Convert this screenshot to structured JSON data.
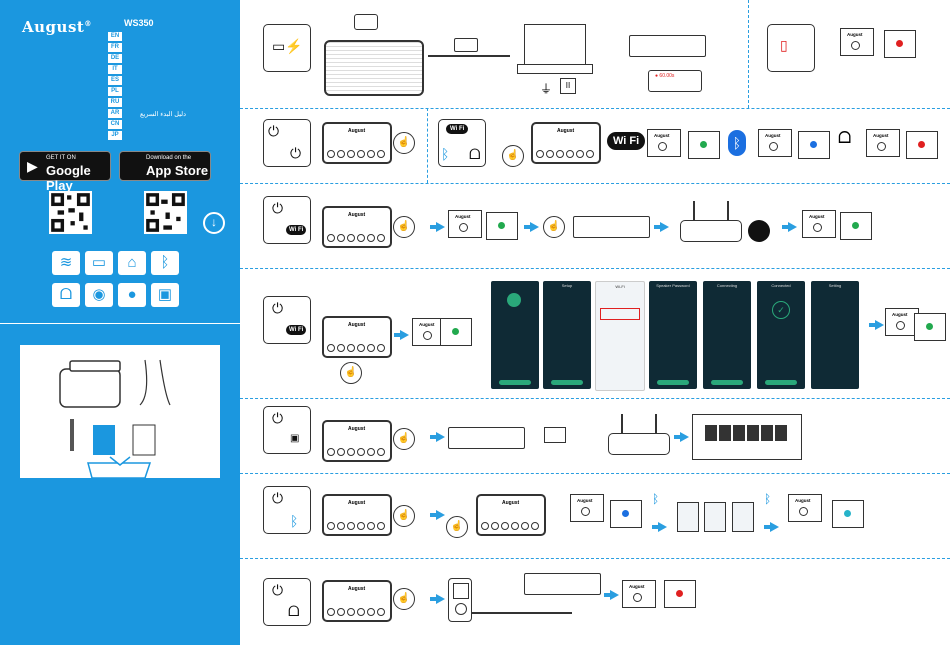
{
  "brand": {
    "name": "August",
    "model": "WS350"
  },
  "languages": [
    {
      "code": "EN",
      "text": ""
    },
    {
      "code": "FR",
      "text": ""
    },
    {
      "code": "DE",
      "text": ""
    },
    {
      "code": "IT",
      "text": ""
    },
    {
      "code": "ES",
      "text": ""
    },
    {
      "code": "PL",
      "text": ""
    },
    {
      "code": "RU",
      "text": ""
    },
    {
      "code": "AR",
      "text": "دليل البدء السريع"
    },
    {
      "code": "CN",
      "text": ""
    },
    {
      "code": "JP",
      "text": ""
    }
  ],
  "stores": {
    "google": {
      "small": "GET IT ON",
      "big": "Google Play"
    },
    "apple": {
      "small": "Download on the",
      "big": "App Store"
    }
  },
  "icons": {
    "features": [
      "wifi-icon",
      "ethernet-icon",
      "home-icon",
      "bluetooth-icon",
      "aux-cable-icon",
      "android-icon",
      "apple-icon",
      "airplay-icon"
    ],
    "download": "download-icon"
  },
  "colors": {
    "accent": "#1b97df",
    "green": "#22a94e",
    "red": "#e02020",
    "cyan": "#26b3c9",
    "blue_led": "#1b6fe0"
  },
  "indicators": {
    "battery_full": "",
    "battery_low": ""
  },
  "phone_screens": [
    {
      "title": ""
    },
    {
      "title": "Setup"
    },
    {
      "title": "Wi-Fi"
    },
    {
      "title": "Speaker Password"
    },
    {
      "title": "Connecting"
    },
    {
      "title": "Connected"
    },
    {
      "title": "Setting"
    }
  ],
  "labels": {
    "wifi": "Wi Fi",
    "led_code": "● 60.00s"
  }
}
